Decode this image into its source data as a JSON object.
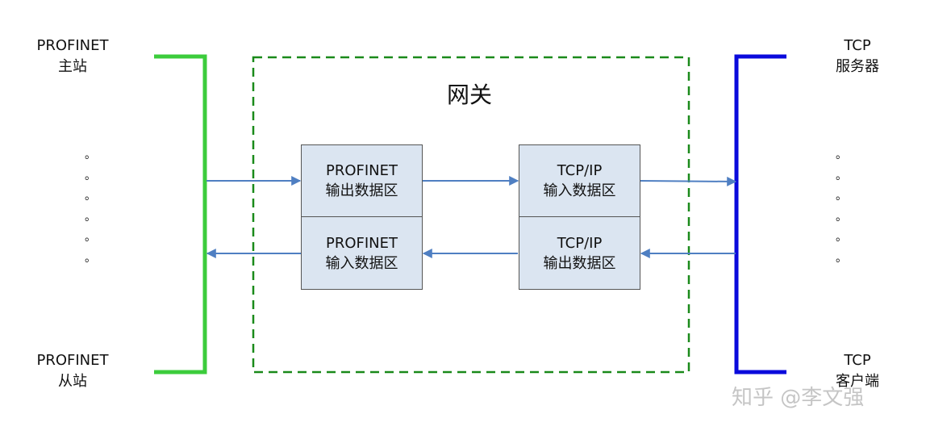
{
  "left": {
    "master": {
      "line1": "PROFINET",
      "line2": "主站"
    },
    "slave": {
      "line1": "PROFINET",
      "line2": "从站"
    },
    "dots": [
      "。",
      "。",
      "。",
      "。",
      "。",
      "。"
    ],
    "bus_color": "#3ccc3c"
  },
  "right": {
    "server": {
      "line1": "TCP",
      "line2": "服务器"
    },
    "client": {
      "line1": "TCP",
      "line2": "客户端"
    },
    "dots": [
      "。",
      "。",
      "。",
      "。",
      "。",
      "。"
    ],
    "bus_color": "#0a0adc"
  },
  "gateway": {
    "title": "网关",
    "border_color": "#1a8a1a",
    "boxes": {
      "pn_out": {
        "line1": "PROFINET",
        "line2": "输出数据区"
      },
      "pn_in": {
        "line1": "PROFINET",
        "line2": "输入数据区"
      },
      "tcp_in": {
        "line1": "TCP/IP",
        "line2": "输入数据区"
      },
      "tcp_out": {
        "line1": "TCP/IP",
        "line2": "输出数据区"
      }
    }
  },
  "arrow_color": "#4f7fc2",
  "watermark": "知乎 @李文强"
}
